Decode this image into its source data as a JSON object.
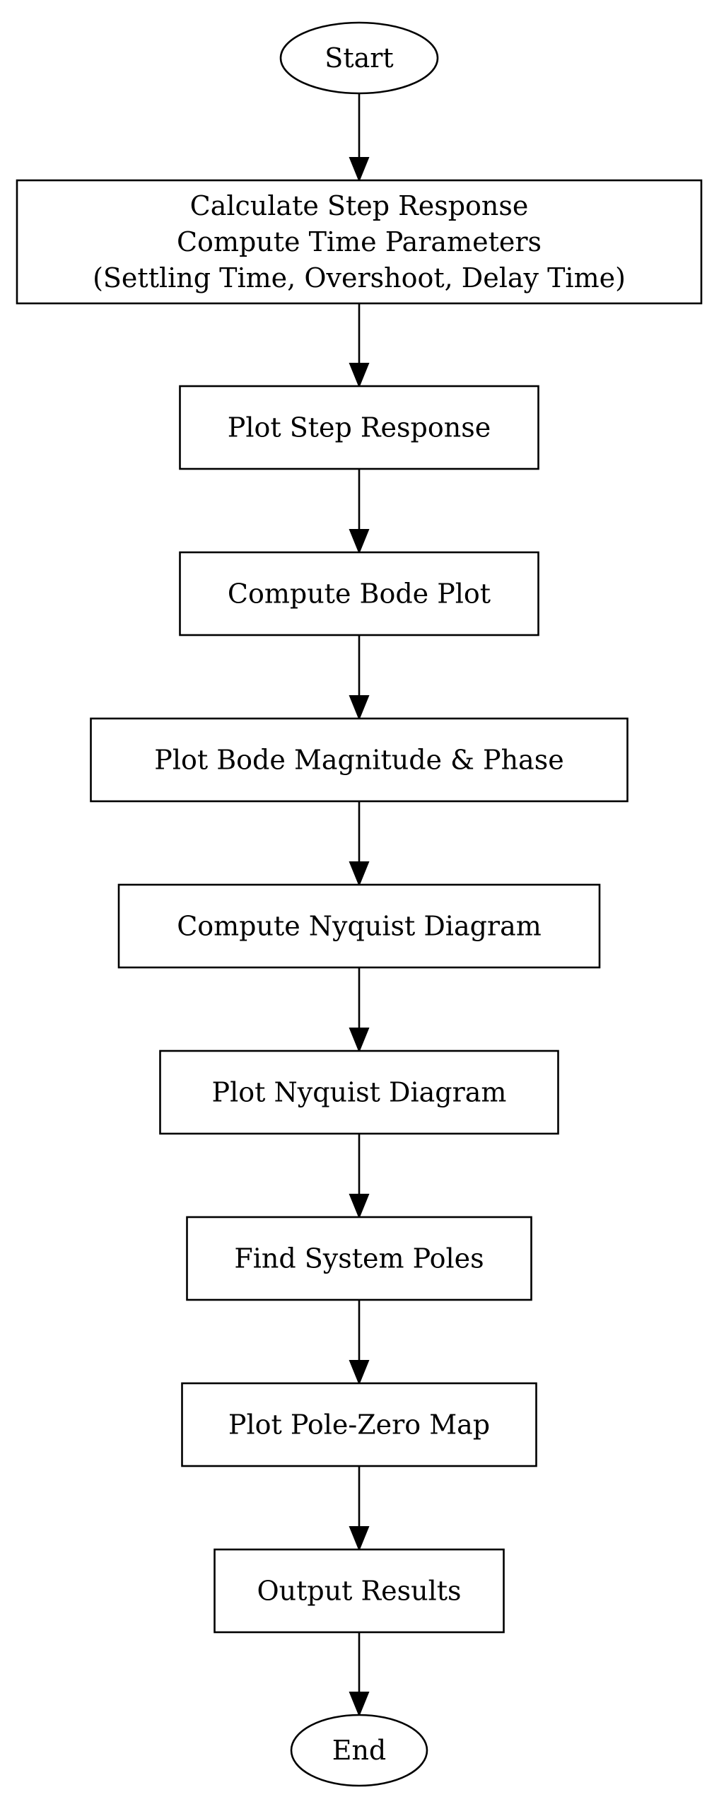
{
  "flowchart": {
    "nodes": [
      {
        "id": "start",
        "shape": "ellipse",
        "lines": [
          "Start"
        ]
      },
      {
        "id": "calc_step",
        "shape": "box",
        "lines": [
          "Calculate Step Response",
          "Compute Time Parameters",
          "(Settling Time, Overshoot, Delay Time)"
        ]
      },
      {
        "id": "plot_step",
        "shape": "box",
        "lines": [
          "Plot Step Response"
        ]
      },
      {
        "id": "compute_bode",
        "shape": "box",
        "lines": [
          "Compute Bode Plot"
        ]
      },
      {
        "id": "plot_bode",
        "shape": "box",
        "lines": [
          "Plot Bode Magnitude & Phase"
        ]
      },
      {
        "id": "compute_nyquist",
        "shape": "box",
        "lines": [
          "Compute Nyquist Diagram"
        ]
      },
      {
        "id": "plot_nyquist",
        "shape": "box",
        "lines": [
          "Plot Nyquist Diagram"
        ]
      },
      {
        "id": "find_poles",
        "shape": "box",
        "lines": [
          "Find System Poles"
        ]
      },
      {
        "id": "plot_pz",
        "shape": "box",
        "lines": [
          "Plot Pole-Zero Map"
        ]
      },
      {
        "id": "output",
        "shape": "box",
        "lines": [
          "Output Results"
        ]
      },
      {
        "id": "end",
        "shape": "ellipse",
        "lines": [
          "End"
        ]
      }
    ],
    "edges": [
      {
        "from": "start",
        "to": "calc_step"
      },
      {
        "from": "calc_step",
        "to": "plot_step"
      },
      {
        "from": "plot_step",
        "to": "compute_bode"
      },
      {
        "from": "compute_bode",
        "to": "plot_bode"
      },
      {
        "from": "plot_bode",
        "to": "compute_nyquist"
      },
      {
        "from": "compute_nyquist",
        "to": "plot_nyquist"
      },
      {
        "from": "plot_nyquist",
        "to": "find_poles"
      },
      {
        "from": "find_poles",
        "to": "plot_pz"
      },
      {
        "from": "plot_pz",
        "to": "output"
      },
      {
        "from": "output",
        "to": "end"
      }
    ]
  }
}
